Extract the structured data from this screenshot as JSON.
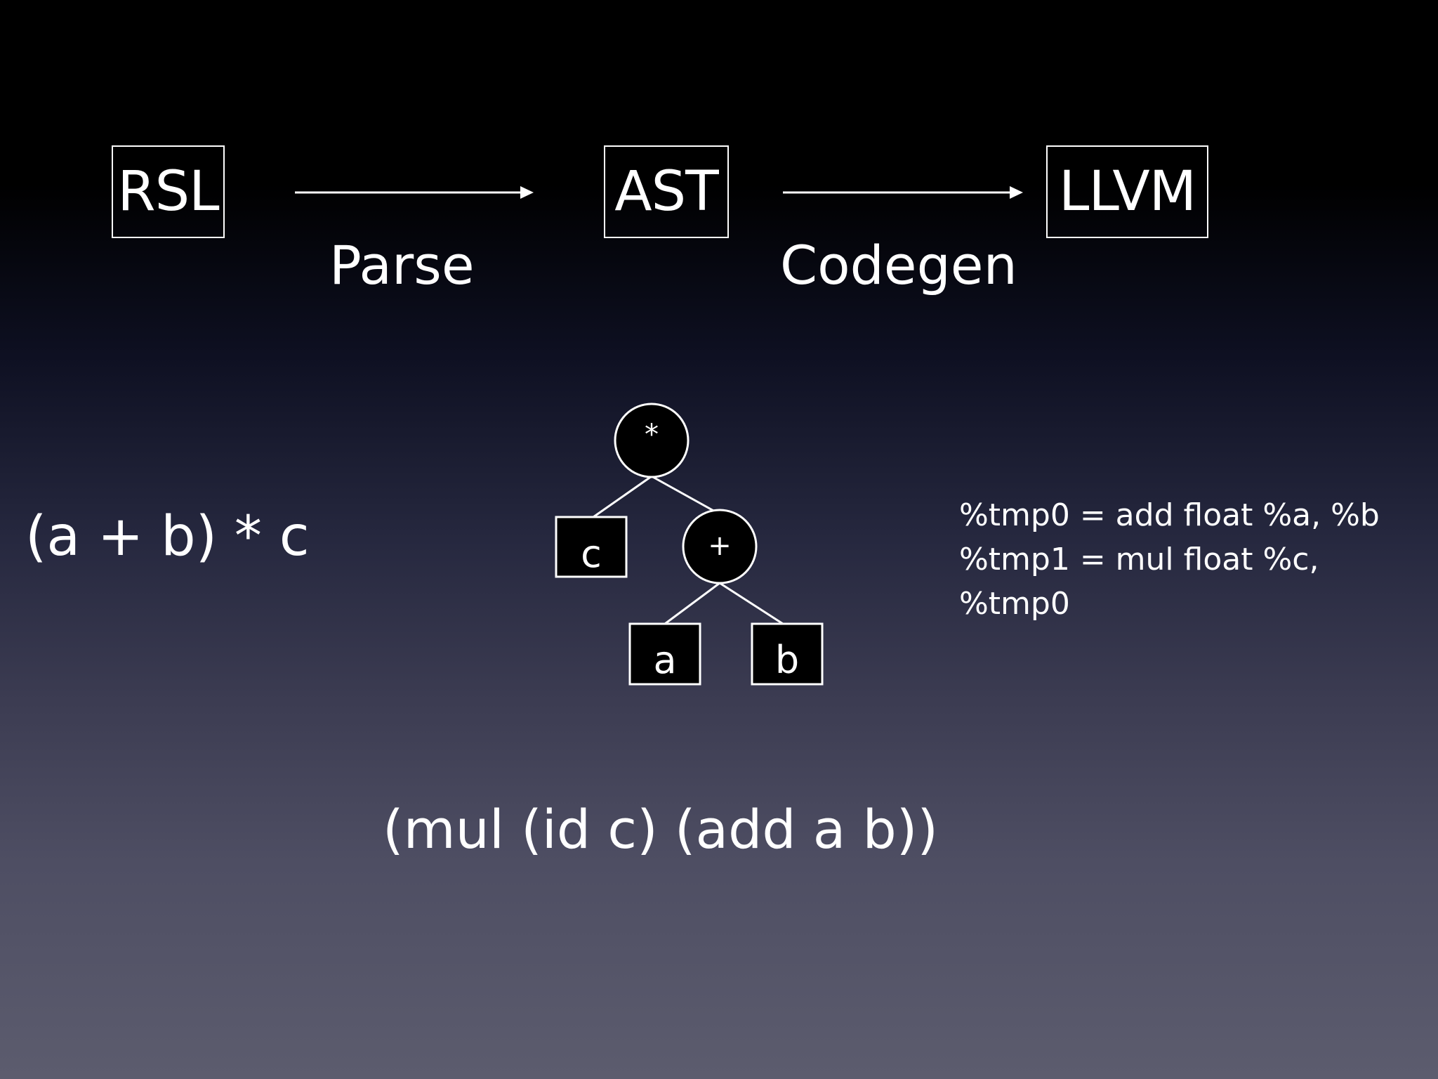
{
  "pipeline": {
    "stages": [
      {
        "id": "rsl",
        "label": "RSL"
      },
      {
        "id": "ast",
        "label": "AST"
      },
      {
        "id": "llvm",
        "label": "LLVM"
      }
    ],
    "steps": [
      {
        "label": "Parse"
      },
      {
        "label": "Codegen"
      }
    ]
  },
  "source_expression": "(a + b) * c",
  "ast_tree": {
    "root": {
      "label": "*"
    },
    "nodes": [
      {
        "id": "root",
        "label": "*"
      },
      {
        "id": "leaf-c",
        "label": "c"
      },
      {
        "id": "plus",
        "label": "+"
      },
      {
        "id": "leaf-a",
        "label": "a"
      },
      {
        "id": "leaf-b",
        "label": "b"
      }
    ]
  },
  "llvm_ir": {
    "lines": [
      "%tmp0 = add  float %a, %b",
      "%tmp1 = mul float %c,",
      "%tmp0"
    ]
  },
  "s_expression": "(mul (id c) (add a b))",
  "colors": {
    "foreground": "#ffffff",
    "node_fill": "#000000"
  }
}
